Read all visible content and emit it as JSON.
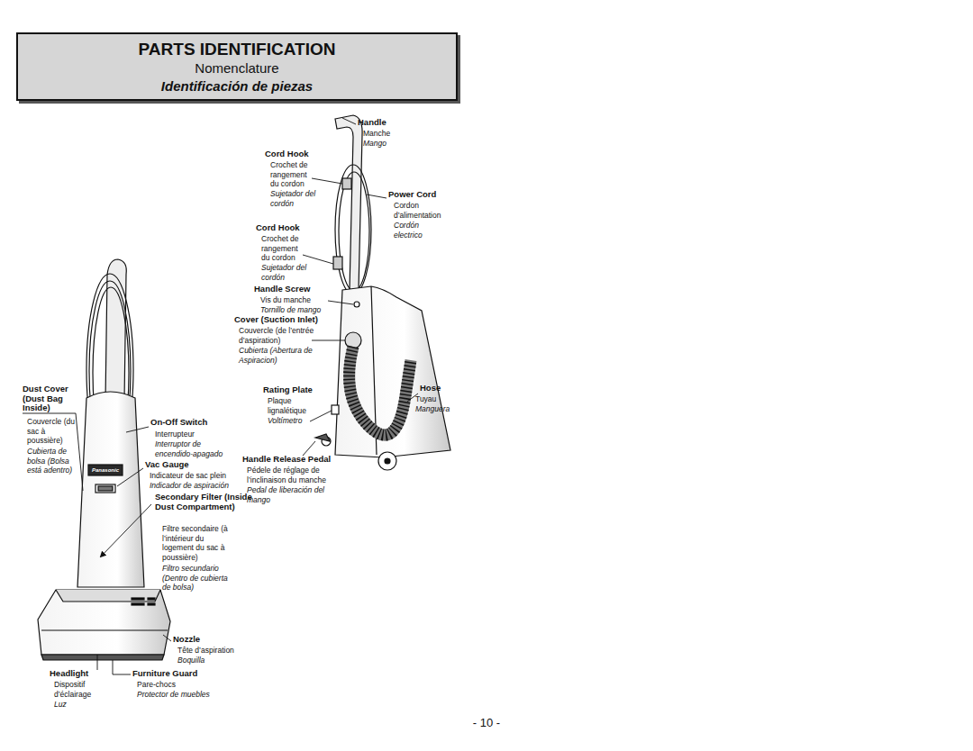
{
  "diagram": {
    "nodes": [
      {
        "text": [
          "PARTS IDENTIFICATION",
          "Nomenclature",
          "Identificación de piezas"
        ]
      }
    ],
    "labels": [
      "Handle",
      "Manche",
      "Mango",
      "Cord Hook",
      "Crochet de rangement du cordon",
      "Sujetador del cordón",
      "Power Cord",
      "Cordon d’alimentation",
      "Cordón electrico",
      "Cord Hook",
      "Crochet de rangement du cordon",
      "Sujetador del cordón",
      "Handle Screw",
      "Vis du manche",
      "Tornillo de mango",
      "Cover (Suction Inlet)",
      "Couvercle (de l’entrée d’aspiration)",
      "Cubierta (Abertura de Aspiracion)",
      "Rating Plate",
      "Plaque lignalétique",
      "Voltímetro",
      "Hose",
      "Tuyau",
      "Manguera",
      "Handle Release Pedal",
      "Pédele de réglage de l’inclinaison du manche",
      "Pedal de liberación del mango",
      "Dust Cover (Dust Bag Inside)",
      "Couvercle (du sac à poussière)",
      "Cubierta de bolsa (Bolsa está adentro)",
      "On-Off Switch",
      "Interrupteur",
      "Interruptor de encendido-apagado",
      "Vac Gauge",
      "Indicateur de sac plein",
      "Indicador de aspiración",
      "Secondary Filter (Inside Dust Compartment)",
      "Filtre secondaire (à l’intérieur du logement du sac à poussière)",
      "Filtro secundario (Dentro de cubierta de bolsa)",
      "Nozzle",
      "Tête d’aspiration",
      "Boquilla",
      "Headlight",
      "Dispositif d’éclairage",
      "Luz",
      "Furniture Guard",
      "Pare-chocs",
      "Protector de muebles",
      "Panasonic",
      "- 10 -"
    ]
  }
}
